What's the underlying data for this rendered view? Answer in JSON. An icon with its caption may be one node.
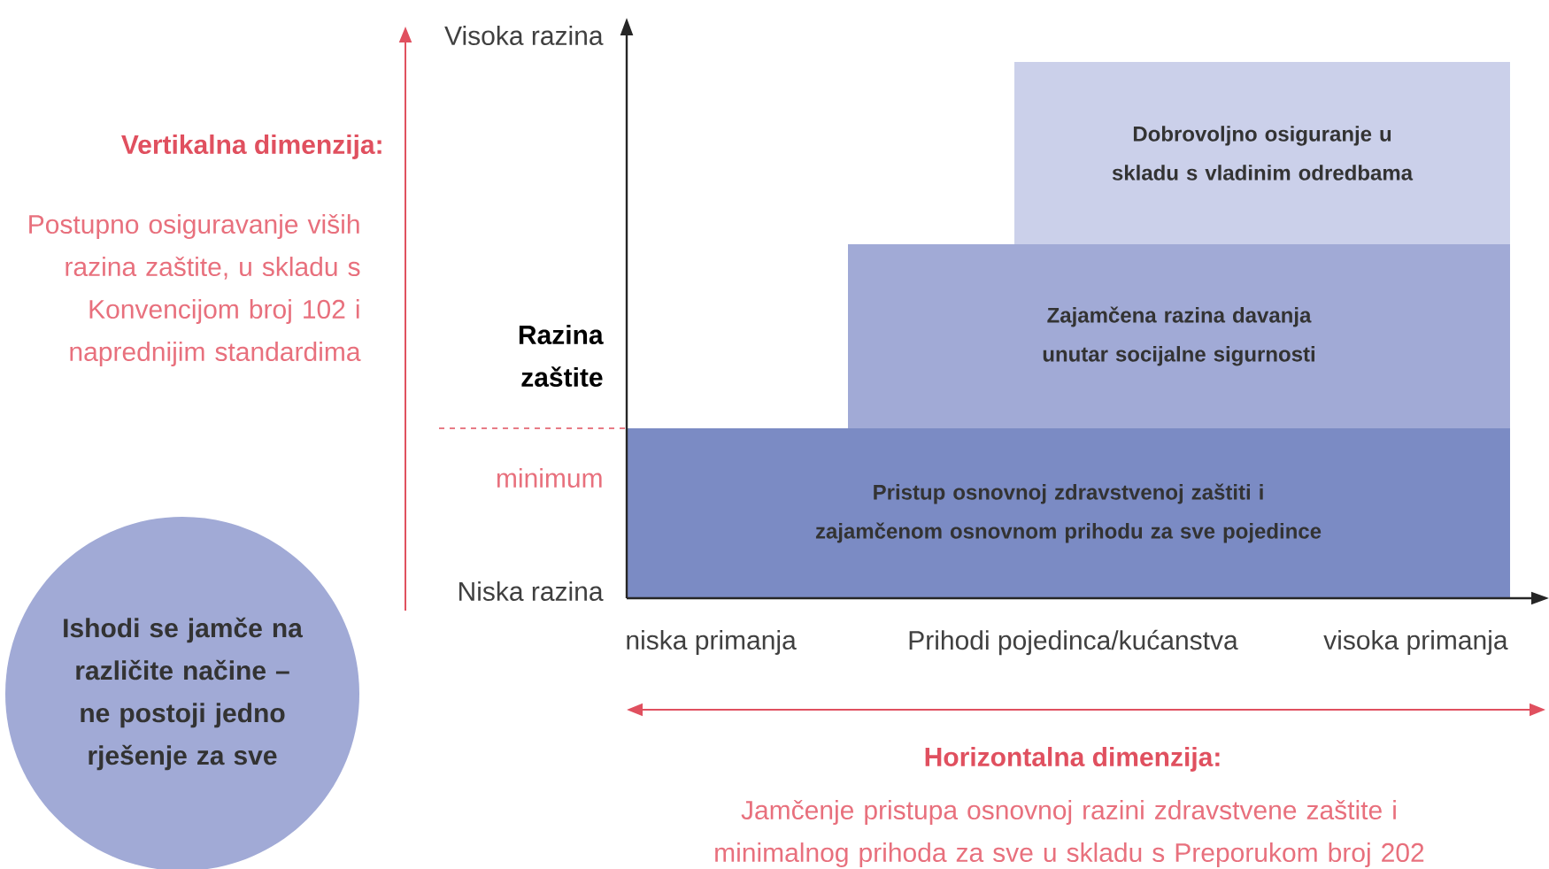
{
  "diagram": {
    "nodes": [
      {
        "text": [
          "Pristup osnovnoj zdravstvenoj zaštiti i zajamčenom osnovnom prihodu za sve pojedince"
        ]
      },
      {
        "text": [
          "Zajamčena razina davanja unutar socijalne sigurnosti"
        ]
      },
      {
        "text": [
          "Dobrovoljno osiguranje u skladu s vladinim odredbama"
        ]
      },
      {
        "text": [
          "Ishodi se jamče na različite načine – ne postoji jedno rješenje za sve"
        ]
      }
    ],
    "edges": [],
    "labels": [
      "Visoka razina",
      "Vertikalna dimenzija:",
      "Postupno osiguravanje viših razina zaštite, u skladu s Konvencijom broj 102 i naprednijim standardima",
      "Razina zaštite",
      "minimum",
      "Niska razina",
      "niska primanja",
      "Prihodi pojedinca/kućanstva",
      "visoka primanja",
      "Horizontalna dimenzija:",
      "Jamčenje pristupa osnovnoj razini zdravstvene zaštite i minimalnog prihoda za sve u skladu s Preporukom broj 202"
    ]
  }
}
